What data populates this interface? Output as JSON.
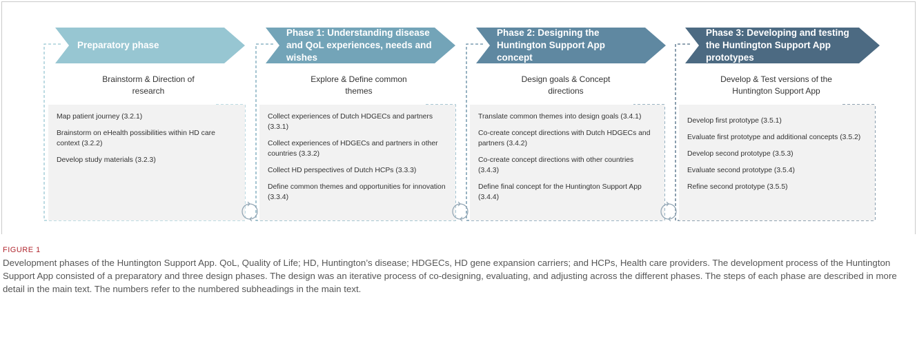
{
  "figure": {
    "label": "FIGURE 1",
    "caption": "Development phases of the Huntington Support App. QoL, Quality of Life; HD, Huntington’s disease; HDGECs, HD gene expansion carriers; and HCPs, Health care providers. The development process of the Huntington Support App consisted of a preparatory and three design phases. The design was an iterative process of co-designing, evaluating, and adjusting across the different phases. The steps of each phase are described in more detail in the main text. The numbers refer to the numbered subheadings in the main text."
  },
  "colors": {
    "preparatory": "#97c6d2",
    "phase1": "#73a4b8",
    "phase2": "#5f88a1",
    "phase3": "#4c6a82",
    "box_bg": "#f2f2f2",
    "caption_label": "#b0262e"
  },
  "icons": {
    "cycle": "circular-arrows-icon"
  },
  "phases": [
    {
      "title": "Preparatory phase",
      "subtitle": "Brainstorm & Direction of research",
      "steps": [
        "Map patient journey (3.2.1)",
        "Brainstorm on eHealth possibilities within HD care context (3.2.2)",
        "Develop  study materials (3.2.3)"
      ]
    },
    {
      "title": "Phase 1: Understanding disease and QoL experiences, needs and wishes",
      "subtitle": "Explore & Define common themes",
      "steps": [
        "Collect experiences of Dutch HDGECs and partners (3.3.1)",
        "Collect experiences of HDGECs and partners in other countries (3.3.2)",
        "Collect HD perspectives of Dutch HCPs (3.3.3)",
        "Define common themes and opportunities for innovation (3.3.4)"
      ]
    },
    {
      "title": "Phase 2: Designing the Huntington Support App concept",
      "subtitle": "Design goals & Concept directions",
      "steps": [
        "Translate common themes into design goals (3.4.1)",
        "Co-create concept directions with Dutch HDGECs and partners (3.4.2)",
        "Co-create concept directions with other countries (3.4.3)",
        "Define final concept for the Huntington Support App (3.4.4)"
      ]
    },
    {
      "title": "Phase 3: Developing and testing the Huntington Support App prototypes",
      "subtitle": "Develop & Test versions of the Huntington Support App",
      "steps": [
        "Develop first prototype (3.5.1)",
        "Evaluate first prototype and additional concepts (3.5.2)",
        "Develop second prototype (3.5.3)",
        "Evaluate second prototype (3.5.4)",
        "Refine second prototype (3.5.5)"
      ]
    }
  ]
}
